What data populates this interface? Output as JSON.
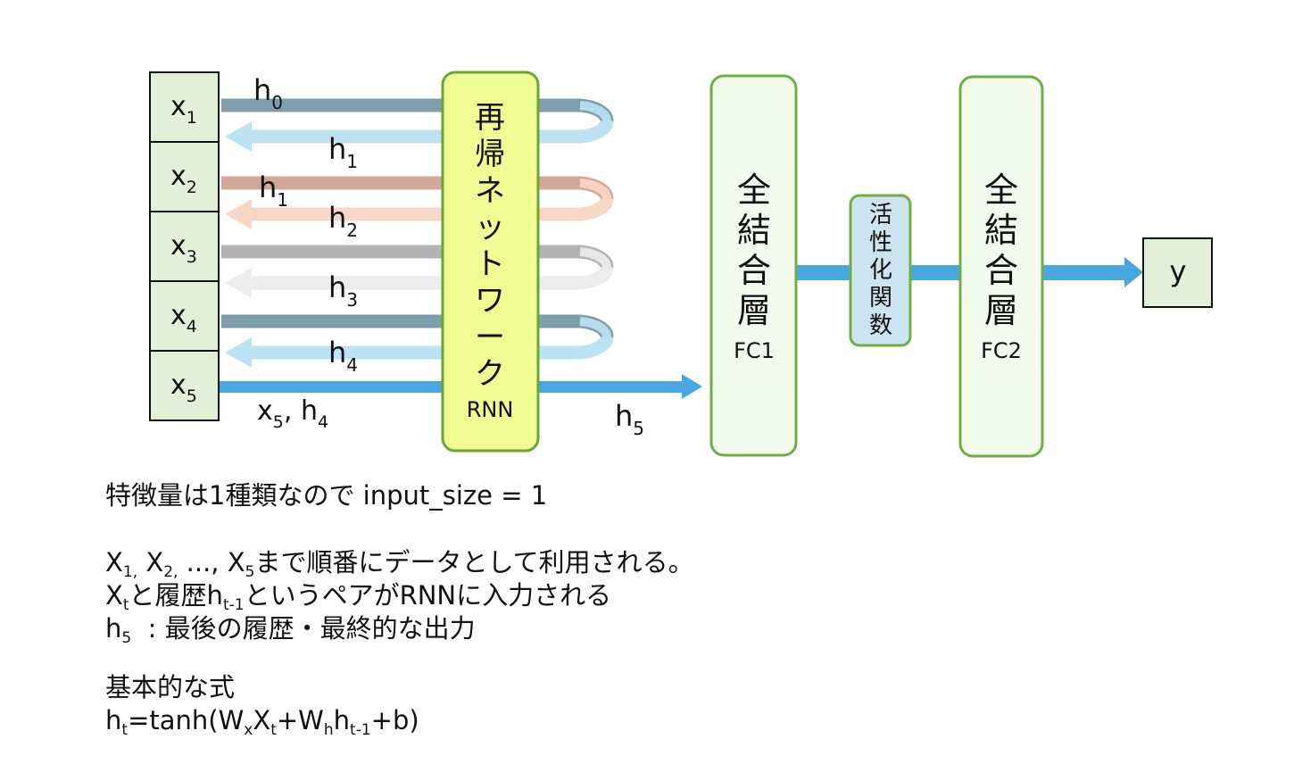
{
  "diagram": {
    "inputs": [
      {
        "base": "x",
        "sub": "1"
      },
      {
        "base": "x",
        "sub": "2"
      },
      {
        "base": "x",
        "sub": "3"
      },
      {
        "base": "x",
        "sub": "4"
      },
      {
        "base": "x",
        "sub": "5"
      }
    ],
    "loops": [
      {
        "in_base": "h",
        "in_sub": "0",
        "out_base": "h",
        "out_sub": "1",
        "dark": "#7f9eab",
        "light": "#bde2f1"
      },
      {
        "in_base": "h",
        "in_sub": "1",
        "out_base": "h",
        "out_sub": "2",
        "dark": "#d1a89b",
        "light": "#f8d7c9"
      },
      {
        "in_base": "",
        "in_sub": "",
        "out_base": "h",
        "out_sub": "3",
        "dark": "#b3b3b3",
        "light": "#ececec"
      },
      {
        "in_base": "",
        "in_sub": "",
        "out_base": "h",
        "out_sub": "4",
        "dark": "#7f9eab",
        "light": "#bde2f1"
      }
    ],
    "final_input": {
      "a_base": "x",
      "a_sub": "5",
      "sep": ", ",
      "b_base": "h",
      "b_sub": "4"
    },
    "rnn": {
      "chars": [
        "再",
        "帰",
        "ネ",
        "ッ",
        "ト",
        "ワ",
        "ー",
        "ク"
      ],
      "sub": "RNN"
    },
    "h5": {
      "base": "h",
      "sub": "5"
    },
    "fc1": {
      "chars": [
        "全",
        "結",
        "合",
        "層"
      ],
      "sub": "FC1"
    },
    "activation": {
      "chars": [
        "活",
        "性",
        "化",
        "関",
        "数"
      ]
    },
    "fc2": {
      "chars": [
        "全",
        "結",
        "合",
        "層"
      ],
      "sub": "FC2"
    },
    "output": "y",
    "colors": {
      "box_green_fill": "#e2f0d9",
      "rnn_fill": "#eefc93",
      "rnn_stroke": "#6ea33a",
      "fc_fill": "#f3fbec",
      "fc_stroke": "#70ad47",
      "activation_fill": "#cde3f0",
      "arrow_blue": "#4aa6de"
    }
  },
  "notes": {
    "line1": "特徴量は1種類なので input_size = 1",
    "seq": {
      "x1": "X",
      "x1sub": "1,",
      "x2": " X",
      "x2sub": "2,",
      "dots": " ..., X",
      "x5sub": "5",
      "rest": "まで順番にデータとして利用される。"
    },
    "pair": {
      "a": "X",
      "asub": "t",
      "b": "と履歴h",
      "bsub": "t-1",
      "c": "というペアがRNNに入力される"
    },
    "h5line": {
      "a": "h",
      "asub": "5",
      "b": "  : 最後の履歴・最終的な出力"
    },
    "formula_title": "基本的な式",
    "formula": {
      "p1": "h",
      "s1": "t",
      "p2": "=tanh(W",
      "s2": "x",
      "p3": "X",
      "s3": "t",
      "p4": "+W",
      "s4": "h",
      "p5": "h",
      "s5": "t-1",
      "p6": "+b)"
    }
  }
}
